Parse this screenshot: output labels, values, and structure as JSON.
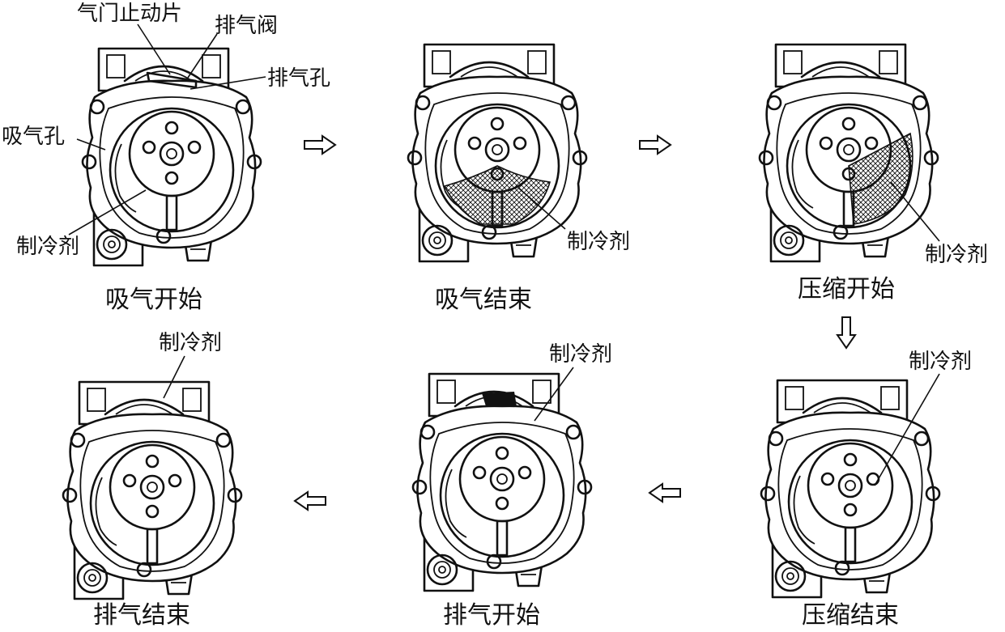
{
  "stages": [
    {
      "id": "intake-start",
      "caption": "吸气开始"
    },
    {
      "id": "intake-end",
      "caption": "吸气结束"
    },
    {
      "id": "compression-start",
      "caption": "压缩开始"
    },
    {
      "id": "compression-end",
      "caption": "压缩结束"
    },
    {
      "id": "exhaust-start",
      "caption": "排气开始"
    },
    {
      "id": "exhaust-end",
      "caption": "排气结束"
    }
  ],
  "labels": {
    "valve_stopper": "气门止动片",
    "exhaust_valve": "排气阀",
    "exhaust_port": "排气孔",
    "intake_port": "吸气孔",
    "refrigerant": "制冷剂"
  }
}
